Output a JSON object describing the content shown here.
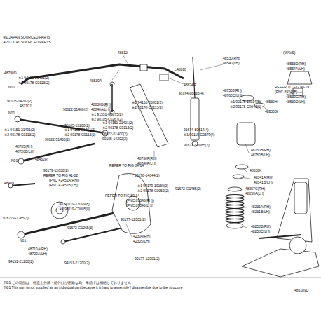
{
  "diagram": {
    "labels": [
      "※1 JAPAN SOURCED PARTS",
      "※2 LOCAL SOURCED PARTS",
      "48812",
      "48818",
      "48830A",
      "48824R",
      "48530(RH)",
      "48540(LH)",
      "48790D",
      "※1 94151-21401(2)",
      "※2 90178-C0113(2)",
      "N01",
      "90105-14202(2)",
      "48830D(RH)",
      "48840A(LH)",
      "(WAVS)",
      "48553D(RH)",
      "48554A(LH)",
      "48750J(RH)",
      "48760C(LH)",
      "91674-80820(4)",
      "※1 90178-10014(6)",
      "※2 90178-C0041(6)",
      "REFER TO FIG 48-19",
      "(PNC 89241B)",
      "48530H",
      "48530G",
      "48539C(RH)",
      "48539D(LH)",
      "※1 94151-20801(2)",
      "※2 90178-C0113(2)",
      "※1 91551-G0875(2)",
      "※2 90105-C0267(2)",
      "96622-51400(2)",
      "48710J",
      "N01",
      "90105-15200(2)",
      "※1 94151-21401(2)",
      "※2 90178-C0113(2)",
      "96622-51400(2)",
      "※1 94151-21401(2)",
      "※2 90178-C0113(2)",
      "※1 94151-21401(2)",
      "※2 90178-C0113(2)",
      "96622-51400(2)",
      "90105-14202(2)",
      "91674-80614(4)",
      "※1 90119-C0579(4)",
      "48750B(RH)",
      "48760B(LH)",
      "91672-G1685(2)",
      "48730F(RH)",
      "48740F(LH)",
      "REFER TO FIG 84-14",
      "48530K",
      "48341A(RH)",
      "48341B(LH)",
      "90178-14044(2)",
      "48705(RH)",
      "48726B(LH)",
      "48452R",
      "N01",
      "48409",
      "90179-12030(2)",
      "REFER TO FIG 41-02",
      "(PNC 42452A(RH))",
      "(PNC 42452B(LH))",
      "※1 90179-10169(2)",
      "※2 90178-C0050(2)",
      "REFER TO FIG 89-14",
      "(PNC 89545(RH))",
      "(PNC 89546(LH))",
      "91672-G1485(2)",
      "48257C(RH)",
      "48259A(LH)",
      "※1 90119-12099(8)",
      "※2 90119-C0005(8)",
      "90177-12001(2)",
      "48231A(RH)",
      "48231B(LH)",
      "91672-G1265(3)",
      "91672-G1265(3)",
      "N01",
      "48258B(RH)",
      "48258C(LH)",
      "42304(RH)",
      "42305(LH)",
      "48710A(RH)",
      "48720A(LH)",
      "94151-21200(2)",
      "94151-21200(2)",
      "90177-12001(2)",
      "N01 この部品は、構造上分解・組付けが困難な為、単品では補給しておりません",
      "N01 This part is not supplied as an individual part,because it is hard to assemble / disassemble due to the structure",
      "485189D"
    ]
  }
}
